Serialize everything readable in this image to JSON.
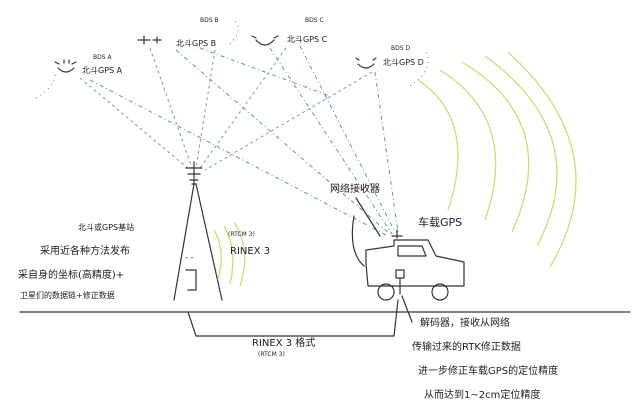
{
  "satellites": {
    "a": {
      "bds": "BDS A",
      "gps": "北斗GPS A"
    },
    "b": {
      "bds": "BDS B",
      "gps": "北斗GPS B"
    },
    "c": {
      "bds": "BDS C",
      "gps": "北斗GPS C"
    },
    "d": {
      "bds": "BDS D",
      "gps": "北斗GPS D"
    }
  },
  "base_station": {
    "title": "北斗或GPS基站",
    "line1": "采用近各种方法发布",
    "line2": "采自身的坐标(高精度)+",
    "line3": "卫星们的数据链+修正数据"
  },
  "rtcm_top": "(RTCM 3)",
  "rinex_top": "RINEX 3",
  "network_receiver": "网络接收器",
  "vehicle": "车载GPS",
  "ground_link": {
    "label": "RINEX 3 格式",
    "sub": "(RTCM 3)"
  },
  "vehicle_notes": {
    "line1": "解码器，接收从网络",
    "line2": "传输过来的RTK修正数据",
    "line3": "进一步修正车载GPS的定位精度",
    "line4": "从而达到1~2cm定位精度"
  },
  "colors": {
    "signal_green": "#7aa77a",
    "signal_teal": "#5c9a95",
    "wave_yellow": "#d7d873",
    "ink": "#222222"
  }
}
